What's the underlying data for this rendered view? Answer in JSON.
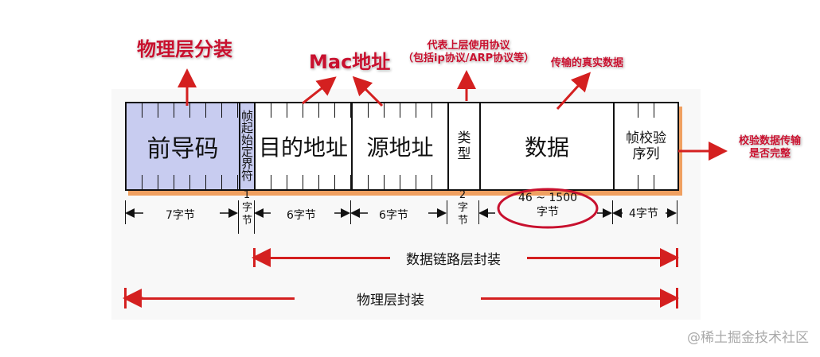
{
  "callouts": {
    "physical_encap": "物理层分装",
    "mac_address": "Mac地址",
    "type_desc_line1": "代表上层使用协议",
    "type_desc_line2": "（包括ip协议/ARP协议等）",
    "data_desc": "传输的真实数据",
    "fcs_desc_line1": "校验数据传输",
    "fcs_desc_line2": "是否完整"
  },
  "frame_fields": [
    {
      "name": "前导码",
      "size": "7字节"
    },
    {
      "name": "帧起始定界符",
      "size_top": "1",
      "size": "字节"
    },
    {
      "name": "目的地址",
      "size": "6字节"
    },
    {
      "name": "源地址",
      "size": "6字节"
    },
    {
      "name": "类型",
      "size_top": "2",
      "size": "字节"
    },
    {
      "name": "数据",
      "size_line1": "46 ~ 1500",
      "size_line2": "字节"
    },
    {
      "name_line1": "帧校验",
      "name_line2": "序列",
      "size": "4字节"
    }
  ],
  "layers": {
    "datalink": "数据链路层封装",
    "physical": "物理层封装"
  },
  "colors": {
    "accent_red": "#d42020",
    "preamble_fill": "#c8ccf0",
    "shadow_orange": "#f0a060"
  },
  "watermark": "@稀土掘金技术社区"
}
